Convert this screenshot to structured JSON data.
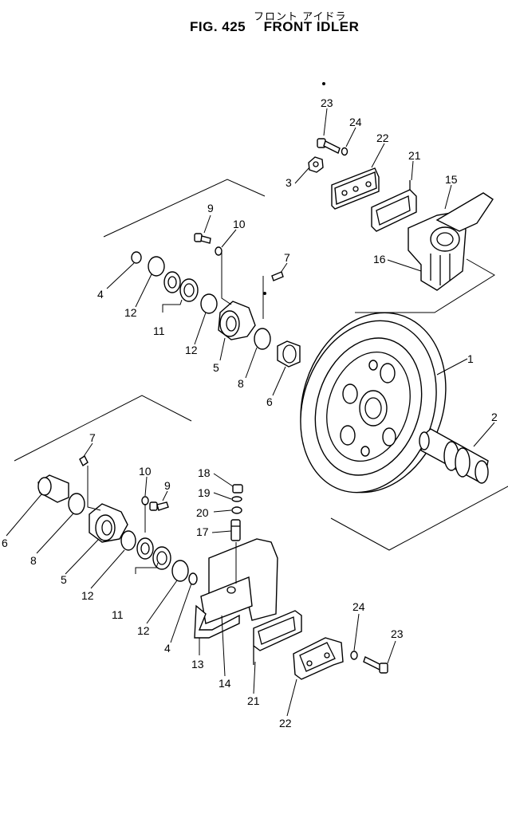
{
  "header": {
    "subtitle_jp": "フロント アイドラ",
    "figure_number": "FIG. 425",
    "figure_title": "FRONT IDLER"
  },
  "callouts": {
    "n1": "1",
    "n2": "2",
    "n3": "3",
    "n4a": "4",
    "n4b": "4",
    "n5a": "5",
    "n5b": "5",
    "n6a": "6",
    "n6b": "6",
    "n7a": "7",
    "n7b": "7",
    "n8a": "8",
    "n8b": "8",
    "n9a": "9",
    "n9b": "9",
    "n10a": "10",
    "n10b": "10",
    "n11a": "11",
    "n11b": "11",
    "n12a": "12",
    "n12b": "12",
    "n12c": "12",
    "n12d": "12",
    "n13": "13",
    "n14": "14",
    "n15": "15",
    "n16": "16",
    "n17": "17",
    "n18": "18",
    "n19": "19",
    "n20": "20",
    "n21a": "21",
    "n21b": "21",
    "n22a": "22",
    "n22b": "22",
    "n23a": "23",
    "n23b": "23",
    "n24a": "24",
    "n24b": "24"
  }
}
